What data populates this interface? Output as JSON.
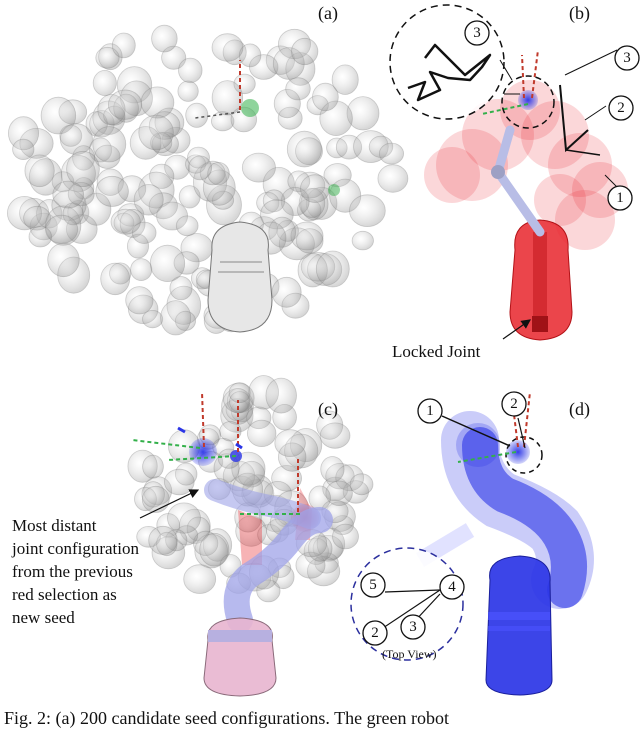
{
  "panels": {
    "a": {
      "label": "(a)"
    },
    "b": {
      "label": "(b)",
      "marker_labels": [
        "3",
        "3",
        "2",
        "1"
      ],
      "locked_joint_text": "Locked Joint"
    },
    "c": {
      "label": "(c)",
      "note_lines": [
        "Most distant",
        "joint configuration",
        "from the previous",
        "red selection as",
        "new seed"
      ]
    },
    "d": {
      "label": "(d)",
      "marker_labels": [
        "1",
        "2",
        "5",
        "4",
        "2",
        "3"
      ],
      "top_view_text": "(Top View)"
    }
  },
  "caption": {
    "text": "Fig. 2: (a) 200 candidate seed configurations. The green robot"
  },
  "colors": {
    "red": "#e8242b",
    "blue": "#2b35e6",
    "gray": "#9a9a9a",
    "green": "#33b04a"
  }
}
